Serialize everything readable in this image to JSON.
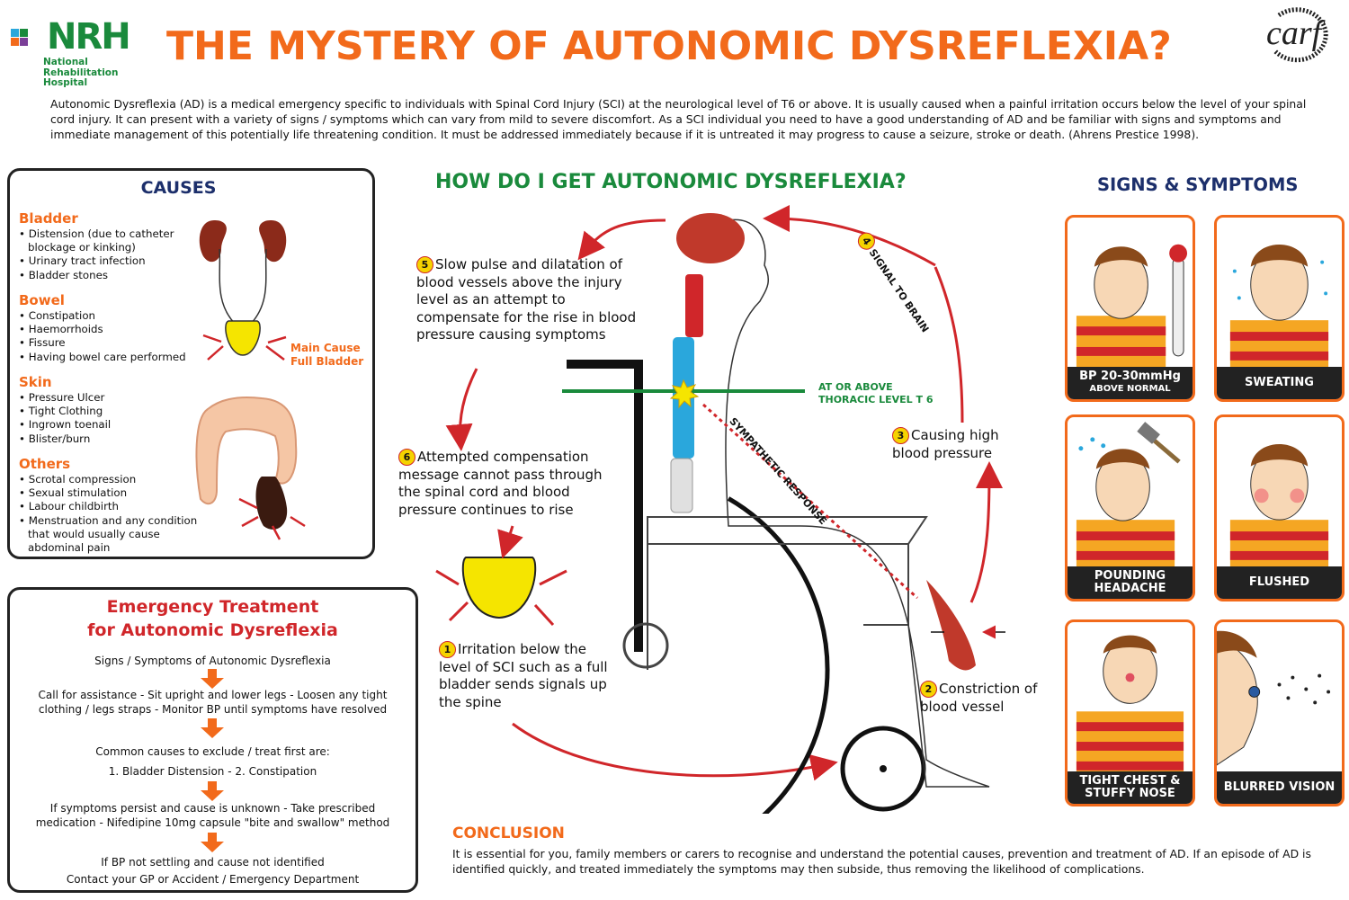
{
  "header": {
    "logo_text": "NRH",
    "logo_sub": [
      "National",
      "Rehabilitation",
      "Hospital"
    ],
    "title": "THE MYSTERY OF AUTONOMIC DYSREFLEXIA?",
    "carf_logo": "carf",
    "intro": "Autonomic Dysreflexia (AD) is a medical emergency specific to individuals with Spinal Cord Injury (SCI) at the neurological level of T6 or above. It is usually caused when a painful irritation occurs below the level of your spinal cord injury. It can present with a variety of signs / symptoms which can vary from mild to severe discomfort. As a SCI individual you need to have a good understanding of AD and be familiar with signs and symptoms and immediate management of this potentially life threatening condition. It must be addressed immediately because if it is untreated it may progress to cause a seizure, stroke or death. (Ahrens Prestice 1998)."
  },
  "causes": {
    "title": "CAUSES",
    "bladder": {
      "label": "Bladder",
      "items": [
        "Distension (due to catheter blockage or kinking)",
        "Urinary tract infection",
        "Bladder stones"
      ]
    },
    "bowel": {
      "label": "Bowel",
      "items": [
        "Constipation",
        "Haemorrhoids",
        "Fissure",
        "Having bowel care performed"
      ]
    },
    "skin": {
      "label": "Skin",
      "items": [
        "Pressure Ulcer",
        "Tight Clothing",
        "Ingrown toenail",
        "Blister/burn"
      ]
    },
    "others": {
      "label": "Others",
      "items": [
        "Scrotal compression",
        "Sexual stimulation",
        "Labour childbirth",
        "Menstruation and any condition that would usually cause abdominal pain"
      ]
    },
    "main_cause": [
      "Main Cause",
      "Full Bladder"
    ]
  },
  "emergency": {
    "title": [
      "Emergency Treatment",
      "for Autonomic Dysreflexia"
    ],
    "steps": [
      [
        "Signs / Symptoms of Autonomic Dysreflexia"
      ],
      [
        "Call for assistance  -  Sit upright and lower legs  -  Loosen any tight",
        "clothing / legs straps  -  Monitor BP until symptoms have resolved"
      ],
      [
        "Common causes to exclude / treat first are:",
        "1. Bladder Distension  -  2. Constipation"
      ],
      [
        "If symptoms persist and cause is unknown  -  Take prescribed",
        "medication  -  Nifedipine 10mg capsule \"bite and swallow\" method"
      ],
      [
        "If BP not settling and cause not identified",
        "Contact your GP or Accident / Emergency Department"
      ]
    ]
  },
  "center": {
    "title": "HOW DO I GET AUTONOMIC DYSREFLEXIA?",
    "steps": [
      {
        "num": "1",
        "text": "Irritation below the level of SCI such as a full bladder sends signals up the spine"
      },
      {
        "num": "2",
        "text": "Constriction of blood vessel"
      },
      {
        "num": "3",
        "text": "Causing high blood pressure"
      },
      {
        "num": "4",
        "text": "SIGNAL TO BRAIN"
      },
      {
        "num": "5",
        "text": "Slow pulse and dilatation of blood vessels above the injury level as an attempt to compensate for the rise in blood pressure causing symptoms"
      },
      {
        "num": "6",
        "text": "Attempted compensation message cannot pass through the spinal cord and blood pressure continues to rise"
      }
    ],
    "thoracic": [
      "AT OR ABOVE",
      "THORACIC LEVEL T 6"
    ],
    "sympathetic": "SYMPATHETIC RESPONSE"
  },
  "signs": {
    "title": "SIGNS & SYMPTOMS",
    "cards": [
      {
        "label": "BP 20-30mmHg",
        "sub": "ABOVE NORMAL"
      },
      {
        "label": "SWEATING",
        "sub": ""
      },
      {
        "label": "POUNDING",
        "sub": "HEADACHE"
      },
      {
        "label": "FLUSHED",
        "sub": ""
      },
      {
        "label": "TIGHT CHEST &",
        "sub": "STUFFY NOSE"
      },
      {
        "label": "BLURRED VISION",
        "sub": ""
      }
    ]
  },
  "conclusion": {
    "title": "CONCLUSION",
    "text": "It is essential for you, family members or carers to recognise and understand the potential causes, prevention and treatment of AD. If an episode of AD is identified quickly, and treated immediately the symptoms may then subside, thus removing the likelihood of complications."
  },
  "colors": {
    "orange": "#f26a1b",
    "green": "#1a8a3c",
    "navy": "#1c2f6b",
    "red": "#d0262a",
    "spine_blue": "#2aa7dc"
  }
}
